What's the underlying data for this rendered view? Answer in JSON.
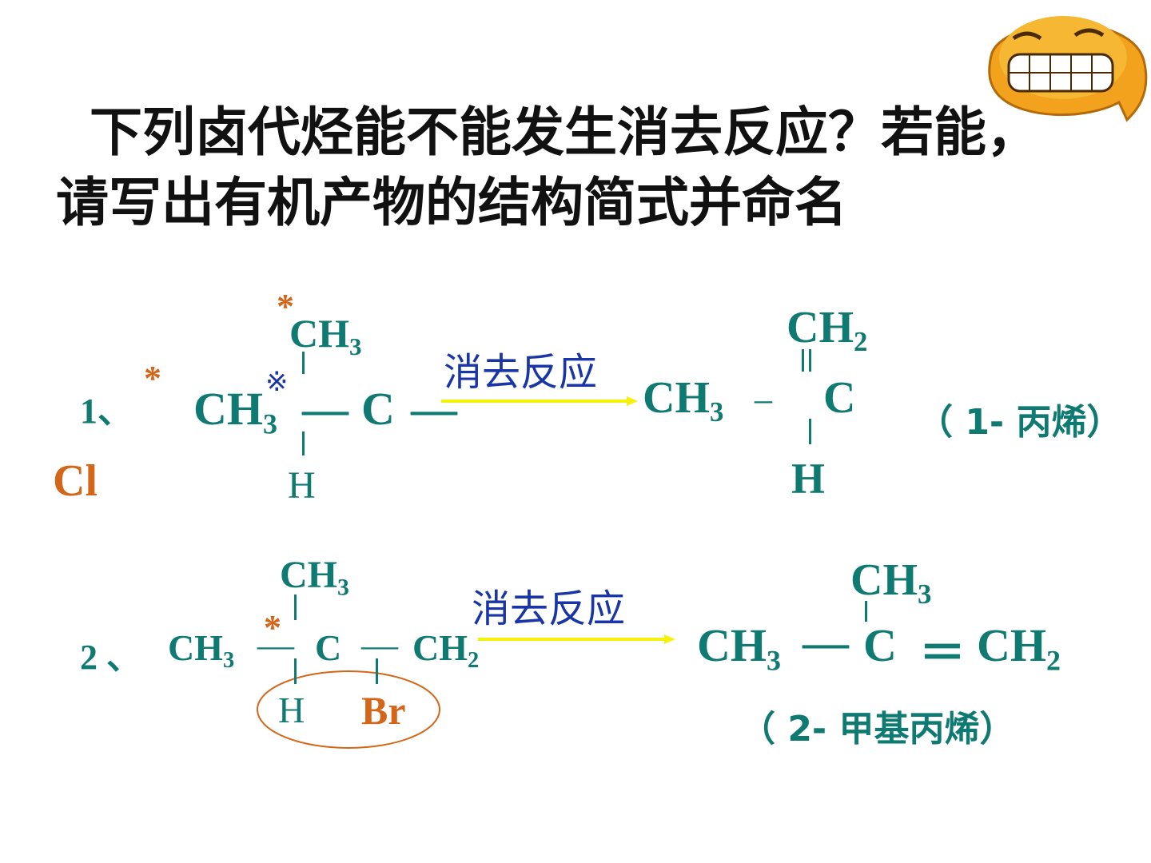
{
  "title": {
    "line1": "下列卤代烃能不能发生消去反应？若能，",
    "line2": "请写出有机产物的结构简式并命名"
  },
  "icons": {
    "mascot": "grinning-face-icon"
  },
  "reaction1": {
    "number": "1、",
    "star_mark": "*",
    "ref_mark": "※",
    "top_group": "CH",
    "top_sub": "3",
    "main_left": "CH",
    "main_left_sub": "3",
    "bond": "—",
    "center": "C",
    "bond_right": "—",
    "bottom_group": "H",
    "halogen": "Cl",
    "condition": "消去反应",
    "product": {
      "top": "CH",
      "top_sub": "2",
      "left": "CH",
      "left_sub": "3",
      "bond": "–",
      "center": "C",
      "bottom": "H"
    },
    "product_name": "（ 1- 丙烯）"
  },
  "reaction2": {
    "number": "2 、",
    "star_mark": "*",
    "top_group": "CH",
    "top_sub": "3",
    "left": "CH",
    "left_sub": "3",
    "bond": "—",
    "center": "C",
    "right": "CH",
    "right_sub": "2",
    "bottom_left": "H",
    "halogen": "Br",
    "condition": "消去反应",
    "product": {
      "top": "CH",
      "top_sub": "3",
      "left": "CH",
      "left_sub": "3",
      "bond": "—",
      "center": "C",
      "double_bond": "＝",
      "right": "CH",
      "right_sub": "2"
    },
    "product_name": "（ 2- 甲基丙烯）"
  },
  "colors": {
    "formula": "#0f7a72",
    "halogen": "#d4661a",
    "condition": "#1a36a6",
    "arrow": "#f5f20a"
  }
}
